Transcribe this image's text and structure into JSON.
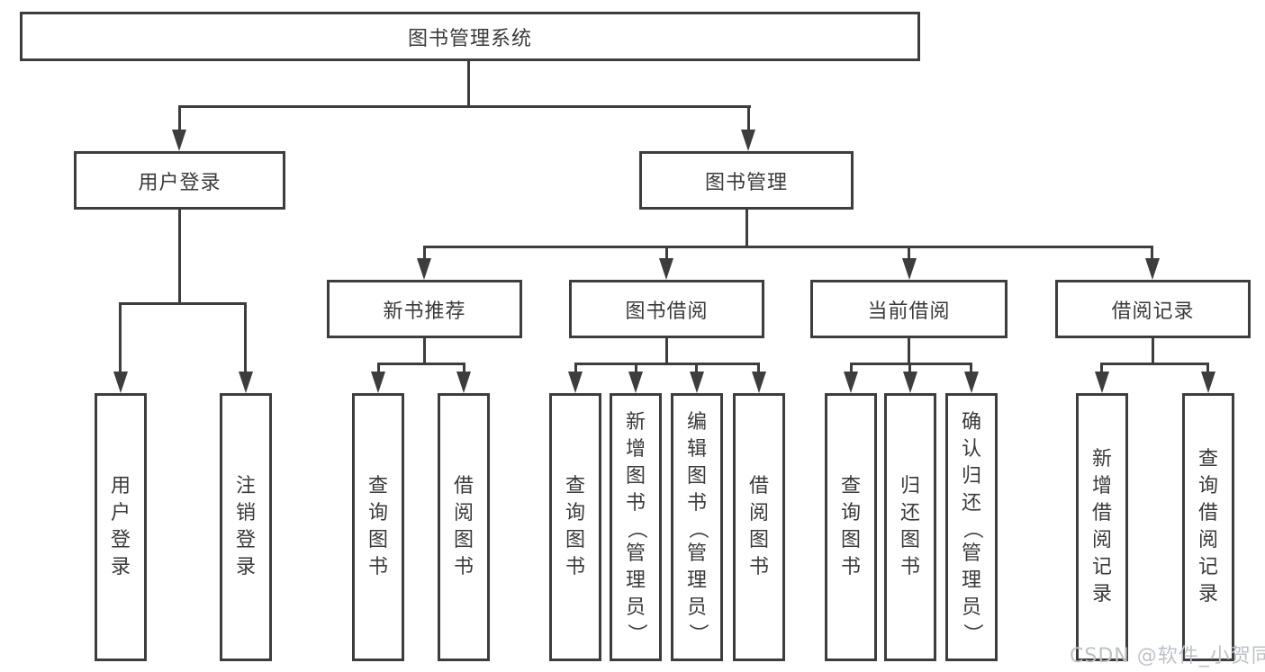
{
  "tree": {
    "label": "图书管理系统",
    "children": [
      {
        "label": "用户登录",
        "children": [
          {
            "label": "用户登录"
          },
          {
            "label": "注销登录"
          }
        ]
      },
      {
        "label": "图书管理",
        "children": [
          {
            "label": "新书推荐",
            "children": [
              {
                "label": "查询图书"
              },
              {
                "label": "借阅图书"
              }
            ]
          },
          {
            "label": "图书借阅",
            "children": [
              {
                "label": "查询图书"
              },
              {
                "label": "新增图书（管理员）"
              },
              {
                "label": "编辑图书（管理员）"
              },
              {
                "label": "借阅图书"
              }
            ]
          },
          {
            "label": "当前借阅",
            "children": [
              {
                "label": "查询图书"
              },
              {
                "label": "归还图书"
              },
              {
                "label": "确认归还（管理员）"
              }
            ]
          },
          {
            "label": "借阅记录",
            "children": [
              {
                "label": "新增借阅记录"
              },
              {
                "label": "查询借阅记录"
              }
            ]
          }
        ]
      }
    ]
  },
  "watermark": {
    "text": "CSDN @软件_小贺同学"
  },
  "colors": {
    "line": "#3d3d3d",
    "text": "#3a3a3a",
    "background": "#ffffff",
    "watermark": "#bdc1c7"
  }
}
